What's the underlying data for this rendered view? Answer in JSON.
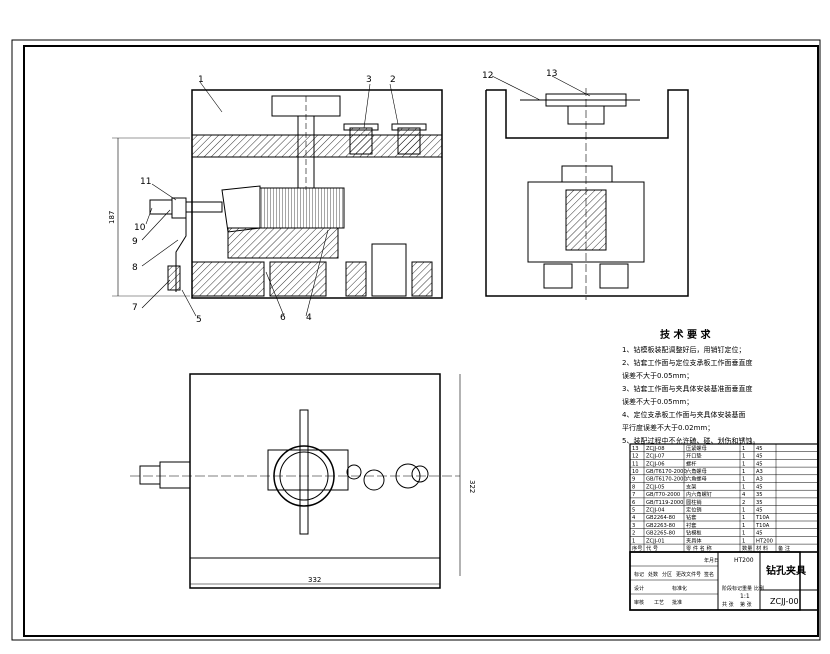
{
  "drawing": {
    "title": "钻孔夹具",
    "drawing_number": "ZCJJ-00",
    "scale": "1:1",
    "total_dims": {
      "height_side": "187",
      "height_plan": "322",
      "width_plan": "332"
    }
  },
  "part_numbers": [
    "1",
    "2",
    "3",
    "4",
    "5",
    "6",
    "7",
    "8",
    "9",
    "10",
    "11",
    "12",
    "13"
  ],
  "technical_requirements": {
    "title": "技 术 要 求",
    "lines": [
      "1、钻模板装配调整好后，用销钉定位；",
      "2、钻套工作面与定位支承板工作面垂直度",
      "误差不大于0.05mm；",
      "3、钻套工作面与夹具体安装基准面垂直度",
      "误差不大于0.05mm；",
      "4、定位支承板工作面与夹具体安装基面",
      "平行度误差不大于0.02mm；",
      "5、装配过程中不允许磕、碰、划伤和锈蚀。"
    ]
  },
  "bom": {
    "rows": [
      [
        "13",
        "ZCJJ-08",
        "压紧螺母",
        "1",
        "45",
        ""
      ],
      [
        "12",
        "ZCJJ-07",
        "开口垫",
        "1",
        "45",
        ""
      ],
      [
        "11",
        "ZCJJ-06",
        "螺杆",
        "1",
        "45",
        ""
      ],
      [
        "10",
        "GB/T6170-2000",
        "六角螺母",
        "1",
        "A3",
        ""
      ],
      [
        "9",
        "GB/T6170-2000",
        "六角螺母",
        "1",
        "A3",
        ""
      ],
      [
        "8",
        "ZCJJ-05",
        "支架",
        "1",
        "45",
        ""
      ],
      [
        "7",
        "GB/T70-2000",
        "内六角螺钉",
        "4",
        "35",
        ""
      ],
      [
        "6",
        "GB/T119-2000",
        "圆柱销",
        "2",
        "35",
        ""
      ],
      [
        "5",
        "ZCJJ-04",
        "定位销",
        "1",
        "45",
        ""
      ],
      [
        "4",
        "GB2264-80",
        "钻套",
        "1",
        "T10A",
        ""
      ],
      [
        "3",
        "GB2263-80",
        "衬套",
        "1",
        "T10A",
        ""
      ],
      [
        "2",
        "GB2265-80",
        "钻模板",
        "1",
        "45",
        ""
      ],
      [
        "1",
        "ZCJJ-01",
        "夹具体",
        "1",
        "HT200",
        ""
      ]
    ],
    "header": [
      "序号",
      "代 号",
      "零 件 名 称",
      "数量",
      "材 料",
      "备 注"
    ]
  },
  "title_block": {
    "labels": [
      "标记",
      "处数",
      "分区",
      "更改文件号",
      "签名",
      "年月日",
      "设计",
      "标准化",
      "审核",
      "工艺",
      "批准",
      "阶段标记",
      "重量",
      "比例",
      "共 张",
      "第 张"
    ],
    "material": "HT200"
  }
}
